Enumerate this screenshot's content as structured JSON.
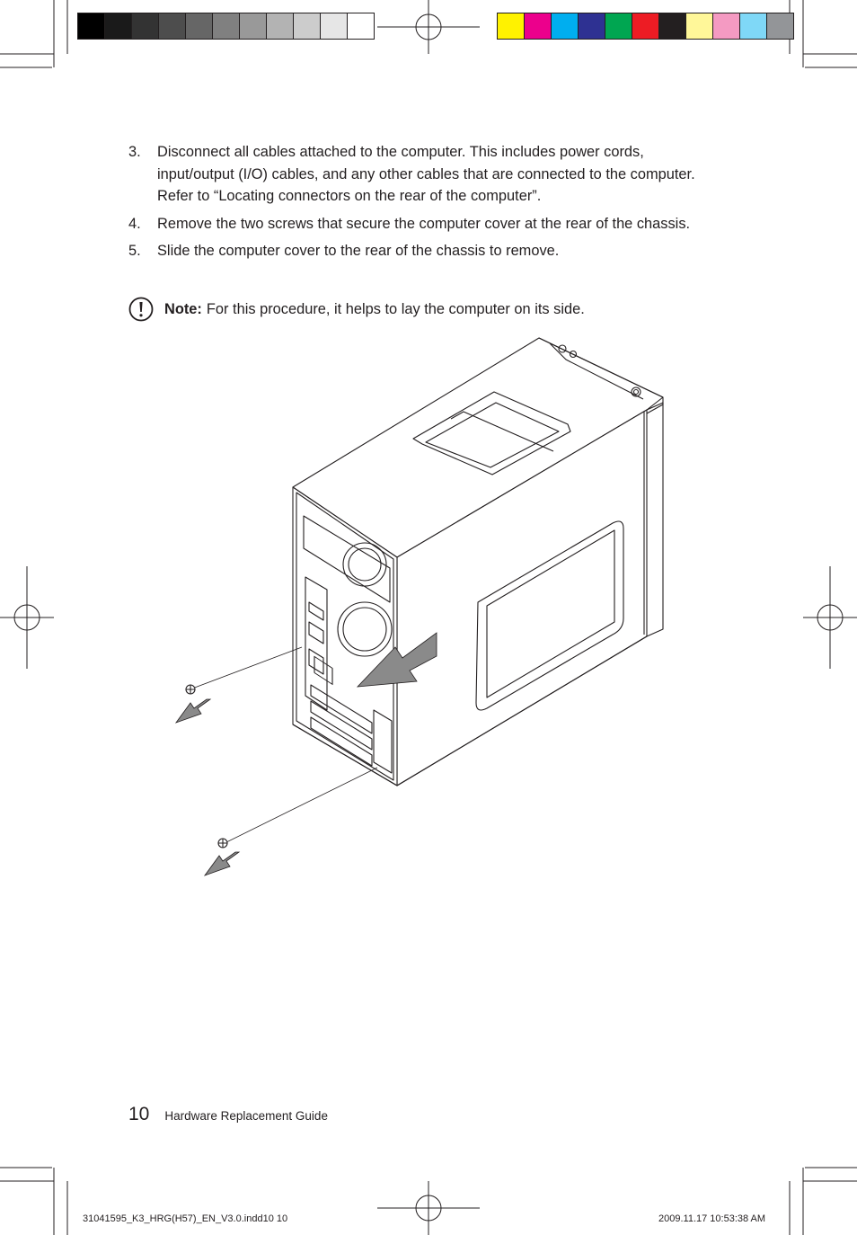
{
  "steps": [
    {
      "num": "3.",
      "text": "Disconnect all cables attached to the computer. This includes power cords, input/output (I/O) cables, and any other cables that are connected to the computer. Refer to “Locating connectors on the rear of the computer”."
    },
    {
      "num": "4.",
      "text": "Remove the two screws that secure the computer cover at the rear of the chassis."
    },
    {
      "num": "5.",
      "text": "Slide the computer cover to the rear of the chassis to remove."
    }
  ],
  "note": {
    "label": "Note:",
    "text": "For this procedure, it helps to lay the computer on its side."
  },
  "footer": {
    "page_number": "10",
    "title": "Hardware Replacement Guide"
  },
  "slug": {
    "file": "31041595_K3_HRG(H57)_EN_V3.0.indd10   10",
    "timestamp": "2009.11.17    10:53:38 AM"
  },
  "gray_bar": [
    "#000000",
    "#1a1a1a",
    "#333333",
    "#4d4d4d",
    "#666666",
    "#808080",
    "#999999",
    "#b3b3b3",
    "#cccccc",
    "#e6e6e6",
    "#ffffff"
  ],
  "color_bar": [
    "#fff200",
    "#ec008c",
    "#00aeef",
    "#2e3192",
    "#00a651",
    "#ed1c24",
    "#231f20",
    "#fff799",
    "#f49ac2",
    "#7fd8f7",
    "#939598"
  ]
}
